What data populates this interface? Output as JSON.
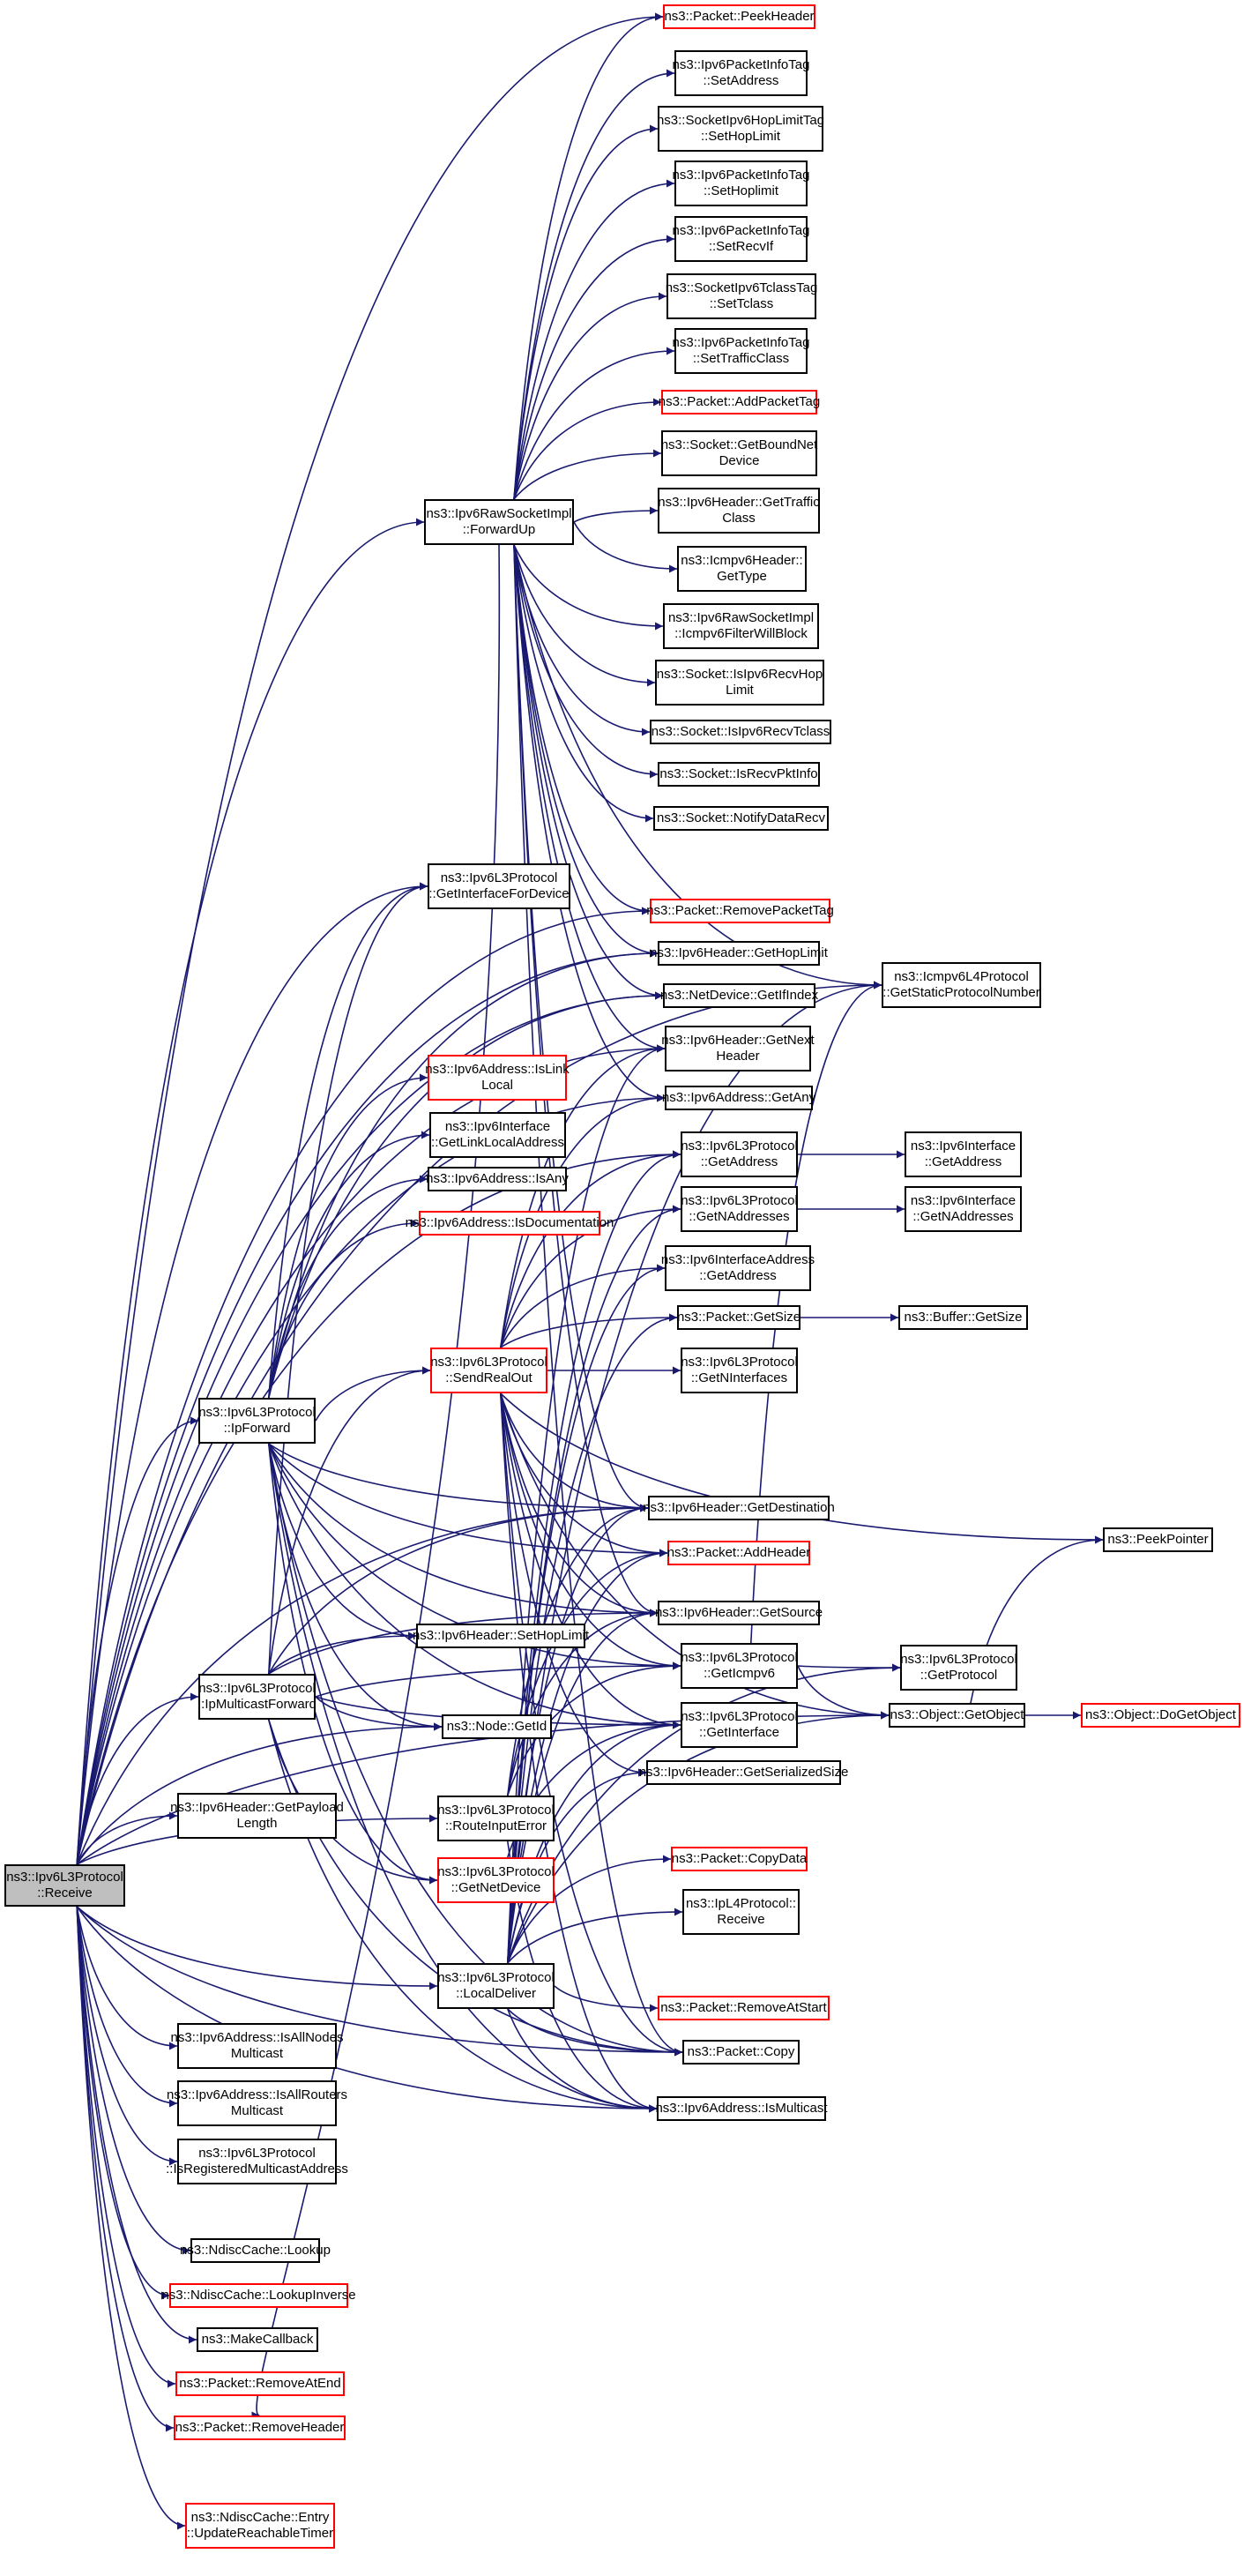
{
  "title": "Call graph of ns3::Ipv6L3Protocol::Receive",
  "colors": {
    "edge": "#191970",
    "normal_border": "#000000",
    "external_border": "#ff0000",
    "root_fill": "#bfbfbf"
  },
  "nodes": [
    {
      "id": "receive",
      "lines": [
        "ns3::Ipv6L3Protocol",
        "::Receive"
      ],
      "style": "root"
    },
    {
      "id": "peekheader",
      "lines": [
        "ns3::Packet::PeekHeader"
      ],
      "style": "red"
    },
    {
      "id": "pit_setaddress",
      "lines": [
        "ns3::Ipv6PacketInfoTag",
        "::SetAddress"
      ],
      "style": "normal"
    },
    {
      "id": "hoptag_sethoplimit",
      "lines": [
        "ns3::SocketIpv6HopLimitTag",
        "::SetHopLimit"
      ],
      "style": "normal"
    },
    {
      "id": "pit_sethoplimit",
      "lines": [
        "ns3::Ipv6PacketInfoTag",
        "::SetHoplimit"
      ],
      "style": "normal"
    },
    {
      "id": "pit_setrecvif",
      "lines": [
        "ns3::Ipv6PacketInfoTag",
        "::SetRecvIf"
      ],
      "style": "normal"
    },
    {
      "id": "tclasstag_settclass",
      "lines": [
        "ns3::SocketIpv6TclassTag",
        "::SetTclass"
      ],
      "style": "normal"
    },
    {
      "id": "pit_settrafficclass",
      "lines": [
        "ns3::Ipv6PacketInfoTag",
        "::SetTrafficClass"
      ],
      "style": "normal"
    },
    {
      "id": "addpackettag",
      "lines": [
        "ns3::Packet::AddPacketTag"
      ],
      "style": "red"
    },
    {
      "id": "getboundnetdevice",
      "lines": [
        "ns3::Socket::GetBoundNet",
        "Device"
      ],
      "style": "normal"
    },
    {
      "id": "hdr_gettrafficclass",
      "lines": [
        "ns3::Ipv6Header::GetTraffic",
        "Class"
      ],
      "style": "normal"
    },
    {
      "id": "icmp_gettype",
      "lines": [
        "ns3::Icmpv6Header::",
        "GetType"
      ],
      "style": "normal"
    },
    {
      "id": "filterwillblock",
      "lines": [
        "ns3::Ipv6RawSocketImpl",
        "::Icmpv6FilterWillBlock"
      ],
      "style": "normal"
    },
    {
      "id": "isrecvhoplimit",
      "lines": [
        "ns3::Socket::IsIpv6RecvHop",
        "Limit"
      ],
      "style": "normal"
    },
    {
      "id": "isrecvtclass",
      "lines": [
        "ns3::Socket::IsIpv6RecvTclass"
      ],
      "style": "normal"
    },
    {
      "id": "isrecvpktinfo",
      "lines": [
        "ns3::Socket::IsRecvPktInfo"
      ],
      "style": "normal"
    },
    {
      "id": "notifydatarecv",
      "lines": [
        "ns3::Socket::NotifyDataRecv"
      ],
      "style": "normal"
    },
    {
      "id": "removepackettag",
      "lines": [
        "ns3::Packet::RemovePacketTag"
      ],
      "style": "red"
    },
    {
      "id": "hdr_gethoplimit",
      "lines": [
        "ns3::Ipv6Header::GetHopLimit"
      ],
      "style": "normal"
    },
    {
      "id": "getifindex",
      "lines": [
        "ns3::NetDevice::GetIfIndex"
      ],
      "style": "normal"
    },
    {
      "id": "hdr_getnextheader",
      "lines": [
        "ns3::Ipv6Header::GetNext",
        "Header"
      ],
      "style": "normal"
    },
    {
      "id": "addr_getany",
      "lines": [
        "ns3::Ipv6Address::GetAny"
      ],
      "style": "normal"
    },
    {
      "id": "l3_getaddress",
      "lines": [
        "ns3::Ipv6L3Protocol",
        "::GetAddress"
      ],
      "style": "normal"
    },
    {
      "id": "l3_getnaddresses",
      "lines": [
        "ns3::Ipv6L3Protocol",
        "::GetNAddresses"
      ],
      "style": "normal"
    },
    {
      "id": "ifaddr_getaddress",
      "lines": [
        "ns3::Ipv6InterfaceAddress",
        "::GetAddress"
      ],
      "style": "normal"
    },
    {
      "id": "packet_getsize",
      "lines": [
        "ns3::Packet::GetSize"
      ],
      "style": "normal"
    },
    {
      "id": "l3_getninterfaces",
      "lines": [
        "ns3::Ipv6L3Protocol",
        "::GetNInterfaces"
      ],
      "style": "normal"
    },
    {
      "id": "hdr_getdestination",
      "lines": [
        "ns3::Ipv6Header::GetDestination"
      ],
      "style": "normal"
    },
    {
      "id": "addheader",
      "lines": [
        "ns3::Packet::AddHeader"
      ],
      "style": "red"
    },
    {
      "id": "hdr_getsource",
      "lines": [
        "ns3::Ipv6Header::GetSource"
      ],
      "style": "normal"
    },
    {
      "id": "l3_geticmpv6",
      "lines": [
        "ns3::Ipv6L3Protocol",
        "::GetIcmpv6"
      ],
      "style": "normal"
    },
    {
      "id": "l3_getinterface",
      "lines": [
        "ns3::Ipv6L3Protocol",
        "::GetInterface"
      ],
      "style": "normal"
    },
    {
      "id": "hdr_getserializedsize",
      "lines": [
        "ns3::Ipv6Header::GetSerializedSize"
      ],
      "style": "normal"
    },
    {
      "id": "copydata",
      "lines": [
        "ns3::Packet::CopyData"
      ],
      "style": "red"
    },
    {
      "id": "ipl4_receive",
      "lines": [
        "ns3::IpL4Protocol::",
        "Receive"
      ],
      "style": "normal"
    },
    {
      "id": "removeatstart",
      "lines": [
        "ns3::Packet::RemoveAtStart"
      ],
      "style": "red"
    },
    {
      "id": "packet_copy",
      "lines": [
        "ns3::Packet::Copy"
      ],
      "style": "normal"
    },
    {
      "id": "addr_ismulticast",
      "lines": [
        "ns3::Ipv6Address::IsMulticast"
      ],
      "style": "normal"
    },
    {
      "id": "getstaticprotocolnumber",
      "lines": [
        "ns3::Icmpv6L4Protocol",
        "::GetStaticProtocolNumber"
      ],
      "style": "normal"
    },
    {
      "id": "iface_getaddress",
      "lines": [
        "ns3::Ipv6Interface",
        "::GetAddress"
      ],
      "style": "normal"
    },
    {
      "id": "iface_getnaddresses",
      "lines": [
        "ns3::Ipv6Interface",
        "::GetNAddresses"
      ],
      "style": "normal"
    },
    {
      "id": "buffer_getsize",
      "lines": [
        "ns3::Buffer::GetSize"
      ],
      "style": "normal"
    },
    {
      "id": "peekpointer",
      "lines": [
        "ns3::PeekPointer"
      ],
      "style": "normal"
    },
    {
      "id": "l3_getprotocol",
      "lines": [
        "ns3::Ipv6L3Protocol",
        "::GetProtocol"
      ],
      "style": "normal"
    },
    {
      "id": "getobject",
      "lines": [
        "ns3::Object::GetObject"
      ],
      "style": "normal"
    },
    {
      "id": "dogetobject",
      "lines": [
        "ns3::Object::DoGetObject"
      ],
      "style": "red"
    },
    {
      "id": "forwardup",
      "lines": [
        "ns3::Ipv6RawSocketImpl",
        "::ForwardUp"
      ],
      "style": "normal"
    },
    {
      "id": "getinterfacefordevice",
      "lines": [
        "ns3::Ipv6L3Protocol",
        "::GetInterfaceForDevice"
      ],
      "style": "normal"
    },
    {
      "id": "islinklocal",
      "lines": [
        "ns3::Ipv6Address::IsLink",
        "Local"
      ],
      "style": "red"
    },
    {
      "id": "getlinklocaladdress",
      "lines": [
        "ns3::Ipv6Interface",
        "::GetLinkLocalAddress"
      ],
      "style": "normal"
    },
    {
      "id": "isany",
      "lines": [
        "ns3::Ipv6Address::IsAny"
      ],
      "style": "normal"
    },
    {
      "id": "isdocumentation",
      "lines": [
        "ns3::Ipv6Address::IsDocumentation"
      ],
      "style": "red"
    },
    {
      "id": "sendrealout",
      "lines": [
        "ns3::Ipv6L3Protocol",
        "::SendRealOut"
      ],
      "style": "red"
    },
    {
      "id": "hdr_sethoplimit",
      "lines": [
        "ns3::Ipv6Header::SetHopLimit"
      ],
      "style": "normal"
    },
    {
      "id": "node_getid",
      "lines": [
        "ns3::Node::GetId"
      ],
      "style": "normal"
    },
    {
      "id": "routeinputerror",
      "lines": [
        "ns3::Ipv6L3Protocol",
        "::RouteInputError"
      ],
      "style": "normal"
    },
    {
      "id": "getnetdevice",
      "lines": [
        "ns3::Ipv6L3Protocol",
        "::GetNetDevice"
      ],
      "style": "red"
    },
    {
      "id": "localdeliver",
      "lines": [
        "ns3::Ipv6L3Protocol",
        "::LocalDeliver"
      ],
      "style": "normal"
    },
    {
      "id": "ipforward",
      "lines": [
        "ns3::Ipv6L3Protocol",
        "::IpForward"
      ],
      "style": "normal"
    },
    {
      "id": "ipmulticastforward",
      "lines": [
        "ns3::Ipv6L3Protocol",
        "::IpMulticastForward"
      ],
      "style": "normal"
    },
    {
      "id": "getpayloadlength",
      "lines": [
        "ns3::Ipv6Header::GetPayload",
        "Length"
      ],
      "style": "normal"
    },
    {
      "id": "isallnodesmulticast",
      "lines": [
        "ns3::Ipv6Address::IsAllNodes",
        "Multicast"
      ],
      "style": "normal"
    },
    {
      "id": "isallroutersmulticast",
      "lines": [
        "ns3::Ipv6Address::IsAllRouters",
        "Multicast"
      ],
      "style": "normal"
    },
    {
      "id": "isregisteredmulticast",
      "lines": [
        "ns3::Ipv6L3Protocol",
        "::IsRegisteredMulticastAddress"
      ],
      "style": "normal"
    },
    {
      "id": "ndisc_lookup",
      "lines": [
        "ns3::NdiscCache::Lookup"
      ],
      "style": "normal"
    },
    {
      "id": "ndisc_lookupinverse",
      "lines": [
        "ns3::NdiscCache::LookupInverse"
      ],
      "style": "red"
    },
    {
      "id": "makecallback",
      "lines": [
        "ns3::MakeCallback"
      ],
      "style": "normal"
    },
    {
      "id": "removeatend",
      "lines": [
        "ns3::Packet::RemoveAtEnd"
      ],
      "style": "red"
    },
    {
      "id": "removeheader",
      "lines": [
        "ns3::Packet::RemoveHeader"
      ],
      "style": "red"
    },
    {
      "id": "updatereachabletimer",
      "lines": [
        "ns3::NdiscCache::Entry",
        "::UpdateReachableTimer"
      ],
      "style": "red"
    }
  ],
  "edges": [
    [
      "receive",
      "forwardup"
    ],
    [
      "receive",
      "peekheader"
    ],
    [
      "receive",
      "removepackettag"
    ],
    [
      "receive",
      "hdr_gethoplimit"
    ],
    [
      "receive",
      "getinterfacefordevice"
    ],
    [
      "receive",
      "ipforward"
    ],
    [
      "receive",
      "ipmulticastforward"
    ],
    [
      "receive",
      "getpayloadlength"
    ],
    [
      "receive",
      "routeinputerror"
    ],
    [
      "receive",
      "localdeliver"
    ],
    [
      "receive",
      "getobject"
    ],
    [
      "receive",
      "addr_ismulticast"
    ],
    [
      "receive",
      "isallnodesmulticast"
    ],
    [
      "receive",
      "isallroutersmulticast"
    ],
    [
      "receive",
      "isregisteredmulticast"
    ],
    [
      "receive",
      "ndisc_lookup"
    ],
    [
      "receive",
      "ndisc_lookupinverse"
    ],
    [
      "receive",
      "makecallback"
    ],
    [
      "receive",
      "removeatend"
    ],
    [
      "receive",
      "removeheader"
    ],
    [
      "receive",
      "updatereachabletimer"
    ],
    [
      "receive",
      "hdr_getdestination"
    ],
    [
      "receive",
      "packet_copy"
    ],
    [
      "receive",
      "node_getid"
    ],
    [
      "receive",
      "getifindex"
    ],
    [
      "receive",
      "addr_getany"
    ],
    [
      "receive",
      "l3_getaddress"
    ],
    [
      "receive",
      "hdr_getnextheader"
    ],
    [
      "receive",
      "getstaticprotocolnumber"
    ],
    [
      "forwardup",
      "peekheader"
    ],
    [
      "forwardup",
      "pit_setaddress"
    ],
    [
      "forwardup",
      "hoptag_sethoplimit"
    ],
    [
      "forwardup",
      "pit_sethoplimit"
    ],
    [
      "forwardup",
      "pit_setrecvif"
    ],
    [
      "forwardup",
      "tclasstag_settclass"
    ],
    [
      "forwardup",
      "pit_settrafficclass"
    ],
    [
      "forwardup",
      "addpackettag"
    ],
    [
      "forwardup",
      "getboundnetdevice"
    ],
    [
      "forwardup",
      "hdr_gettrafficclass"
    ],
    [
      "forwardup",
      "icmp_gettype"
    ],
    [
      "forwardup",
      "filterwillblock"
    ],
    [
      "forwardup",
      "isrecvhoplimit"
    ],
    [
      "forwardup",
      "isrecvtclass"
    ],
    [
      "forwardup",
      "isrecvpktinfo"
    ],
    [
      "forwardup",
      "notifydatarecv"
    ],
    [
      "forwardup",
      "removepackettag"
    ],
    [
      "forwardup",
      "hdr_gethoplimit"
    ],
    [
      "forwardup",
      "getifindex"
    ],
    [
      "forwardup",
      "hdr_getnextheader"
    ],
    [
      "forwardup",
      "addr_getany"
    ],
    [
      "forwardup",
      "hdr_getdestination"
    ],
    [
      "forwardup",
      "hdr_getsource"
    ],
    [
      "forwardup",
      "packet_copy"
    ],
    [
      "forwardup",
      "removeheader"
    ],
    [
      "forwardup",
      "getstaticprotocolnumber"
    ],
    [
      "ipforward",
      "getinterfacefordevice"
    ],
    [
      "ipforward",
      "hdr_gethoplimit"
    ],
    [
      "ipforward",
      "islinklocal"
    ],
    [
      "ipforward",
      "getlinklocaladdress"
    ],
    [
      "ipforward",
      "isany"
    ],
    [
      "ipforward",
      "isdocumentation"
    ],
    [
      "ipforward",
      "sendrealout"
    ],
    [
      "ipforward",
      "hdr_sethoplimit"
    ],
    [
      "ipforward",
      "node_getid"
    ],
    [
      "ipforward",
      "hdr_getdestination"
    ],
    [
      "ipforward",
      "addheader"
    ],
    [
      "ipforward",
      "hdr_getsource"
    ],
    [
      "ipforward",
      "l3_geticmpv6"
    ],
    [
      "ipforward",
      "l3_getinterface"
    ],
    [
      "ipforward",
      "packet_copy"
    ],
    [
      "ipforward",
      "getnetdevice"
    ],
    [
      "ipforward",
      "getifindex"
    ],
    [
      "ipforward",
      "addr_ismulticast"
    ],
    [
      "ipmulticastforward",
      "sendrealout"
    ],
    [
      "ipmulticastforward",
      "hdr_sethoplimit"
    ],
    [
      "ipmulticastforward",
      "node_getid"
    ],
    [
      "ipmulticastforward",
      "getinterfacefordevice"
    ],
    [
      "ipmulticastforward",
      "hdr_getdestination"
    ],
    [
      "ipmulticastforward",
      "hdr_getsource"
    ],
    [
      "ipmulticastforward",
      "packet_copy"
    ],
    [
      "ipmulticastforward",
      "getnetdevice"
    ],
    [
      "ipmulticastforward",
      "l3_geticmpv6"
    ],
    [
      "ipmulticastforward",
      "l3_getinterface"
    ],
    [
      "ipmulticastforward",
      "addr_ismulticast"
    ],
    [
      "sendrealout",
      "hdr_getdestination"
    ],
    [
      "sendrealout",
      "addheader"
    ],
    [
      "sendrealout",
      "hdr_getsource"
    ],
    [
      "sendrealout",
      "l3_geticmpv6"
    ],
    [
      "sendrealout",
      "l3_getinterface"
    ],
    [
      "sendrealout",
      "l3_getaddress"
    ],
    [
      "sendrealout",
      "l3_getnaddresses"
    ],
    [
      "sendrealout",
      "ifaddr_getaddress"
    ],
    [
      "sendrealout",
      "packet_getsize"
    ],
    [
      "sendrealout",
      "l3_getninterfaces"
    ],
    [
      "sendrealout",
      "peekpointer"
    ],
    [
      "sendrealout",
      "getobject"
    ],
    [
      "sendrealout",
      "hdr_getserializedsize"
    ],
    [
      "sendrealout",
      "packet_copy"
    ],
    [
      "sendrealout",
      "addr_ismulticast"
    ],
    [
      "sendrealout",
      "addr_getany"
    ],
    [
      "sendrealout",
      "hdr_getnextheader"
    ],
    [
      "routeinputerror",
      "hdr_getdestination"
    ],
    [
      "routeinputerror",
      "hdr_getsource"
    ],
    [
      "routeinputerror",
      "l3_geticmpv6"
    ],
    [
      "routeinputerror",
      "addr_ismulticast"
    ],
    [
      "routeinputerror",
      "addheader"
    ],
    [
      "getnetdevice",
      "l3_getinterface"
    ],
    [
      "localdeliver",
      "copydata"
    ],
    [
      "localdeliver",
      "ipl4_receive"
    ],
    [
      "localdeliver",
      "removeatstart"
    ],
    [
      "localdeliver",
      "packet_copy"
    ],
    [
      "localdeliver",
      "addr_ismulticast"
    ],
    [
      "localdeliver",
      "getobject"
    ],
    [
      "localdeliver",
      "hdr_getdestination"
    ],
    [
      "localdeliver",
      "addheader"
    ],
    [
      "localdeliver",
      "hdr_getsource"
    ],
    [
      "localdeliver",
      "l3_getprotocol"
    ],
    [
      "localdeliver",
      "hdr_getserializedsize"
    ],
    [
      "localdeliver",
      "packet_getsize"
    ],
    [
      "localdeliver",
      "l3_getinterface"
    ],
    [
      "localdeliver",
      "hdr_getnextheader"
    ],
    [
      "localdeliver",
      "l3_getaddress"
    ],
    [
      "localdeliver",
      "l3_getnaddresses"
    ],
    [
      "localdeliver",
      "ifaddr_getaddress"
    ],
    [
      "localdeliver",
      "getstaticprotocolnumber"
    ],
    [
      "l3_getaddress",
      "iface_getaddress"
    ],
    [
      "l3_getnaddresses",
      "iface_getnaddresses"
    ],
    [
      "packet_getsize",
      "buffer_getsize"
    ],
    [
      "l3_geticmpv6",
      "getstaticprotocolnumber"
    ],
    [
      "l3_geticmpv6",
      "l3_getprotocol"
    ],
    [
      "l3_geticmpv6",
      "getobject"
    ],
    [
      "getobject",
      "peekpointer"
    ],
    [
      "getobject",
      "dogetobject"
    ]
  ]
}
